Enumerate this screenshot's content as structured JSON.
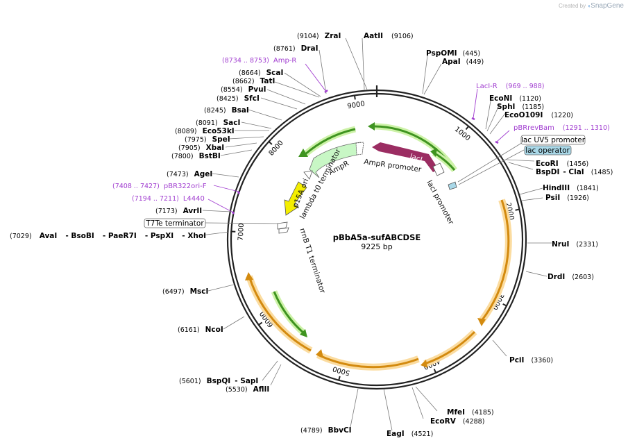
{
  "credit": {
    "prefix": "Created by",
    "brand": "SnapGene"
  },
  "plasmid": {
    "name": "pBbA5a-sufABCDSE",
    "length_label": "9225 bp",
    "length": 9225
  },
  "ticks": [
    "1000",
    "2000",
    "3000",
    "4000",
    "5000",
    "6000",
    "7000",
    "8000",
    "9000"
  ],
  "enzymes_right": [
    {
      "name": "PspOMI",
      "pos": "(445)"
    },
    {
      "name": "ApaI",
      "pos": "(449)"
    },
    {
      "name": "EcoNI",
      "pos": "(1120)"
    },
    {
      "name": "SphI",
      "pos": "(1185)"
    },
    {
      "name": "EcoO109I",
      "pos": "(1220)"
    },
    {
      "name": "EcoRI",
      "pos": "(1456)"
    },
    {
      "name": "BspDI",
      "pos": ""
    },
    {
      "name": "ClaI",
      "pos": "(1485)"
    },
    {
      "name": "HindIII",
      "pos": "(1841)"
    },
    {
      "name": "PsiI",
      "pos": "(1926)"
    },
    {
      "name": "NruI",
      "pos": "(2331)"
    },
    {
      "name": "DrdI",
      "pos": "(2603)"
    },
    {
      "name": "PciI",
      "pos": "(3360)"
    },
    {
      "name": "MfeI",
      "pos": "(4185)"
    },
    {
      "name": "EcoRV",
      "pos": "(4288)"
    },
    {
      "name": "EagI",
      "pos": "(4521)"
    }
  ],
  "enzymes_left": [
    {
      "name": "ZraI",
      "pos": "(9104)"
    },
    {
      "name": "AatII",
      "pos": "(9106)"
    },
    {
      "name": "DraI",
      "pos": "(8761)"
    },
    {
      "name": "ScaI",
      "pos": "(8664)"
    },
    {
      "name": "TatI",
      "pos": "(8662)"
    },
    {
      "name": "PvuI",
      "pos": "(8554)"
    },
    {
      "name": "SfcI",
      "pos": "(8425)"
    },
    {
      "name": "BsaI",
      "pos": "(8245)"
    },
    {
      "name": "SacI",
      "pos": "(8091)"
    },
    {
      "name": "Eco53kI",
      "pos": "(8089)"
    },
    {
      "name": "SpeI",
      "pos": "(7975)"
    },
    {
      "name": "XbaI",
      "pos": "(7905)"
    },
    {
      "name": "BstBI",
      "pos": "(7800)"
    },
    {
      "name": "AgeI",
      "pos": "(7473)"
    },
    {
      "name": "AvrII",
      "pos": "(7173)"
    },
    {
      "name": "MscI",
      "pos": "(6497)"
    },
    {
      "name": "NcoI",
      "pos": "(6161)"
    },
    {
      "name": "BspQI",
      "pos": "(5601)"
    },
    {
      "name": "SapI",
      "pos": ""
    },
    {
      "name": "AflII",
      "pos": "(5530)"
    },
    {
      "name": "BbvCI",
      "pos": "(4789)"
    }
  ],
  "xhoi_group": {
    "pos": "(7029)",
    "names": [
      "AvaI",
      "BsoBI",
      "PaeR7I",
      "PspXI",
      "XhoI"
    ]
  },
  "primers": [
    {
      "name": "Amp-R",
      "pos": "(8734 .. 8753)"
    },
    {
      "name": "LacI-R",
      "pos": "(969 .. 988)"
    },
    {
      "name": "pBRrevBam",
      "pos": "(1291 .. 1310)"
    },
    {
      "name": "pBR322ori-F",
      "pos": "(7408 .. 7427)"
    },
    {
      "name": "L4440",
      "pos": "(7194 .. 7211)"
    }
  ],
  "boxed_features": {
    "lacuv5": "lac UV5 promoter",
    "lacop": "lac operator",
    "t7te": "T7Te terminator"
  },
  "features": {
    "laci": "lacI",
    "ampr": "AmpR",
    "ampr_promoter": "AmpR promoter",
    "laci_promoter": "lacI promoter",
    "p15a": "p15A ori",
    "lambda": "lambda t0 terminator",
    "rrnb": "rrnB T1 terminator"
  },
  "colors": {
    "laci": "#9b2d62",
    "ampr": "#c8f7c5",
    "p15a": "#f4ee00",
    "green_arrow": "#3f9420",
    "green_glow": "#cdf2a8",
    "orange_arrow": "#d38a0f",
    "orange_glow": "#fbdca0",
    "primer": "#a13ed0",
    "lacop_fill": "#a9d8e8",
    "backbone": "#222222"
  }
}
